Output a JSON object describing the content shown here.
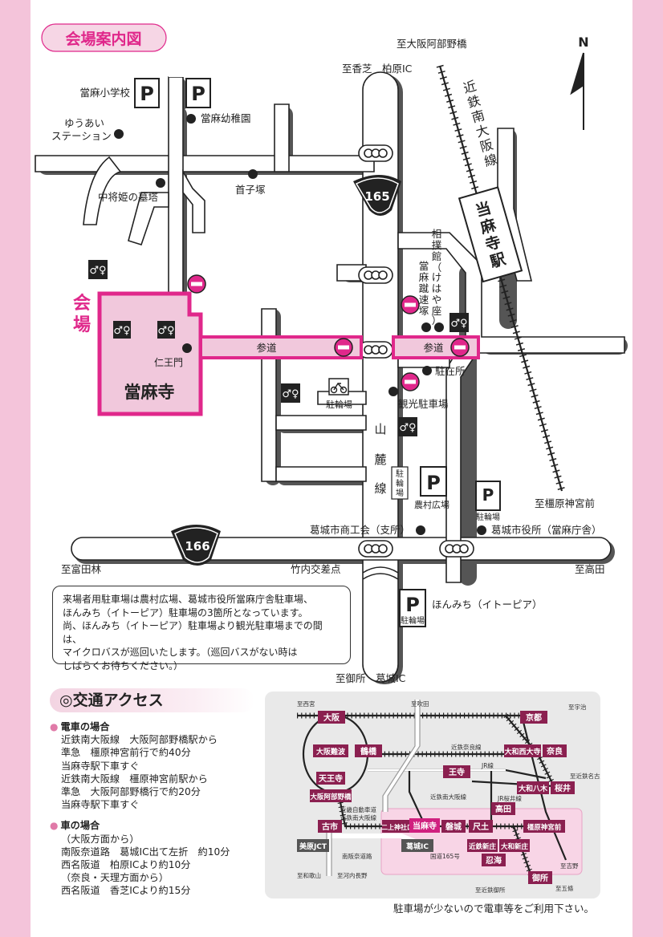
{
  "map": {
    "title": "会場案内図",
    "north": "N",
    "destinations": {
      "top_left": "至香芝　柏原IC",
      "top_right": "至大阪阿部野橋",
      "left": "至富田林",
      "right_bottom": "至高田",
      "right_mid": "至橿原神宮前",
      "bottom": "至御所　葛城IC"
    },
    "roads": {
      "r165": "165",
      "r166": "166"
    },
    "railway": "近鉄南大阪線",
    "station": "当麻寺駅",
    "venue_label": "会場",
    "temple": "當麻寺",
    "sando": "参道",
    "landmarks": {
      "school": "當麻小学校",
      "kindergarten": "當麻幼稚園",
      "yuai": "ゆうあい",
      "yuai2": "ステーション",
      "chujo": "中将姫の墓塔",
      "kubizuka": "首子塚",
      "sumo": "相撲館（けはや座）",
      "kehaya": "當麻蹴速塚",
      "niomon": "仁王門",
      "chuzaisho": "駐在所",
      "kanko_parking": "観光駐車場",
      "bicycle": "駐輪場",
      "sanroku": "山麓線",
      "nouson": "農村広場",
      "shokokai": "葛城市商工会（支所）",
      "shiyakusho": "葛城市役所（當麻庁舎）",
      "takeuchi": "竹内交差点",
      "honmichi": "ほんみち（イトーピア）",
      "bicycle2": "駐輪場",
      "bicycle3": "駐輪場",
      "bicycle4": "駐輪場"
    },
    "parking_symbol": "P"
  },
  "note": {
    "line1": "来場者用駐車場は農村広場、葛城市役所當麻庁舎駐車場、",
    "line2": "ほんみち（イトーピア）駐車場の3箇所となっています。",
    "line3": "尚、ほんみち（イトーピア）駐車場より観光駐車場までの間は、",
    "line4": "マイクロバスが巡回いたします。（巡回バスがない時は",
    "line5": "しばらくお待ちください。）"
  },
  "access": {
    "title": "◎交通アクセス",
    "train_heading": "電車の場合",
    "train_lines": [
      "近鉄南大阪線　大阪阿部野橋駅から",
      "準急　橿原神宮前行で約40分",
      "当麻寺駅下車すぐ",
      "近鉄南大阪線　橿原神宮前駅から",
      "準急　大阪阿部野橋行で約20分",
      "当麻寺駅下車すぐ"
    ],
    "car_heading": "車の場合",
    "car_lines": [
      "（大阪方面から）",
      "南阪奈道路　葛城IC出て左折　約10分",
      "西名阪道　柏原ICより約10分",
      "（奈良・天理方面から）",
      "西名阪道　香芝ICより約15分"
    ]
  },
  "rail_map": {
    "stations": {
      "osaka": "大阪",
      "kyoto": "京都",
      "osaka_namba": "大阪難波",
      "tsuruhashi": "鶴橋",
      "yamato_saidaiji": "大和西大寺",
      "nara": "奈良",
      "tennoji": "天王寺",
      "oji": "王寺",
      "yamato_yagi": "大和八木",
      "sakurai": "桜井",
      "abenobashi": "大阪阿部野橋",
      "takada": "高田",
      "furuichi": "古市",
      "nijo_jinjaguchi": "二上神社口",
      "taimadera": "当麻寺",
      "iwaki": "磐城",
      "shakudo": "尺土",
      "kashihara": "橿原神宮前",
      "katsuragi_ic": "葛城IC",
      "kintetsu_shinjo": "近鉄新庄",
      "yamato_shinjo": "大和新庄",
      "mibara_jct": "美原JCT",
      "oshimi": "忍海",
      "gose": "御所"
    },
    "labels": {
      "to_nishinomiya": "至西宮",
      "to_suita": "至吹田",
      "to_uji": "至宇治",
      "kintetsu_nara": "近鉄奈良線",
      "jr": "JR線",
      "to_nagoya": "至近鉄名古屋",
      "minami_osaka": "近鉄南大阪線",
      "jr_sakurai": "JR桜井線",
      "kinki_expressway": "近畿自動車道",
      "minami_osaka2": "近鉄南大阪線",
      "minami_hanna": "南阪奈道路",
      "route165": "国道165号",
      "to_wakayama": "至和歌山",
      "to_kawachinagano": "至河内長野",
      "to_yoshino": "至吉野",
      "to_kintetsu_gose": "至近鉄御所",
      "to_gojo": "至五條"
    }
  },
  "footer": "駐車場が少ないので電車等をご利用下さい。",
  "colors": {
    "accent": "#e0288b",
    "pink_side": "#f4c4da",
    "road": "#ffffff",
    "rail_station": "#8b2050"
  }
}
